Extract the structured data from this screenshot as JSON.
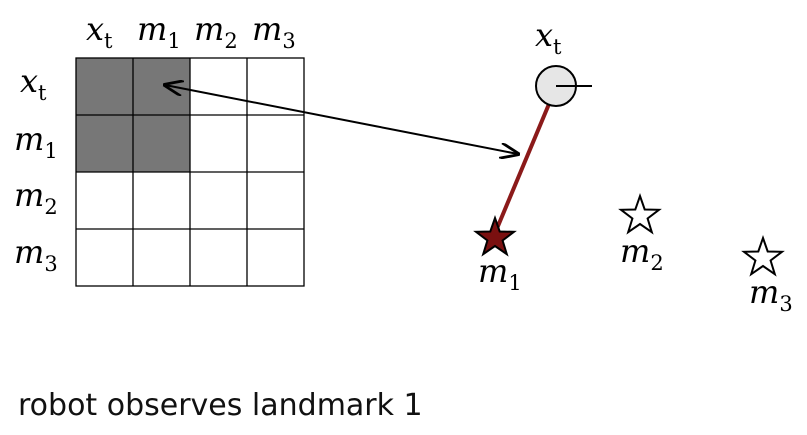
{
  "matrix": {
    "column_labels": [
      {
        "base": "x",
        "sub": "t"
      },
      {
        "base": "m",
        "sub": "1"
      },
      {
        "base": "m",
        "sub": "2"
      },
      {
        "base": "m",
        "sub": "3"
      }
    ],
    "row_labels": [
      {
        "base": "x",
        "sub": "t"
      },
      {
        "base": "m",
        "sub": "1"
      },
      {
        "base": "m",
        "sub": "2"
      },
      {
        "base": "m",
        "sub": "3"
      }
    ],
    "filled_cells": [
      [
        0,
        0
      ],
      [
        0,
        1
      ],
      [
        1,
        0
      ],
      [
        1,
        1
      ]
    ],
    "fill_color": "#777777"
  },
  "robot": {
    "label": {
      "base": "x",
      "sub": "t"
    },
    "fill": "#e6e6e6"
  },
  "landmarks": [
    {
      "label": {
        "base": "m",
        "sub": "1"
      },
      "observed": true,
      "fill": "#7a1010"
    },
    {
      "label": {
        "base": "m",
        "sub": "2"
      },
      "observed": false,
      "fill": "#ffffff"
    },
    {
      "label": {
        "base": "m",
        "sub": "3"
      },
      "observed": false,
      "fill": "#ffffff"
    }
  ],
  "observation_line_color": "#8b1a1a",
  "caption": "robot observes landmark 1"
}
